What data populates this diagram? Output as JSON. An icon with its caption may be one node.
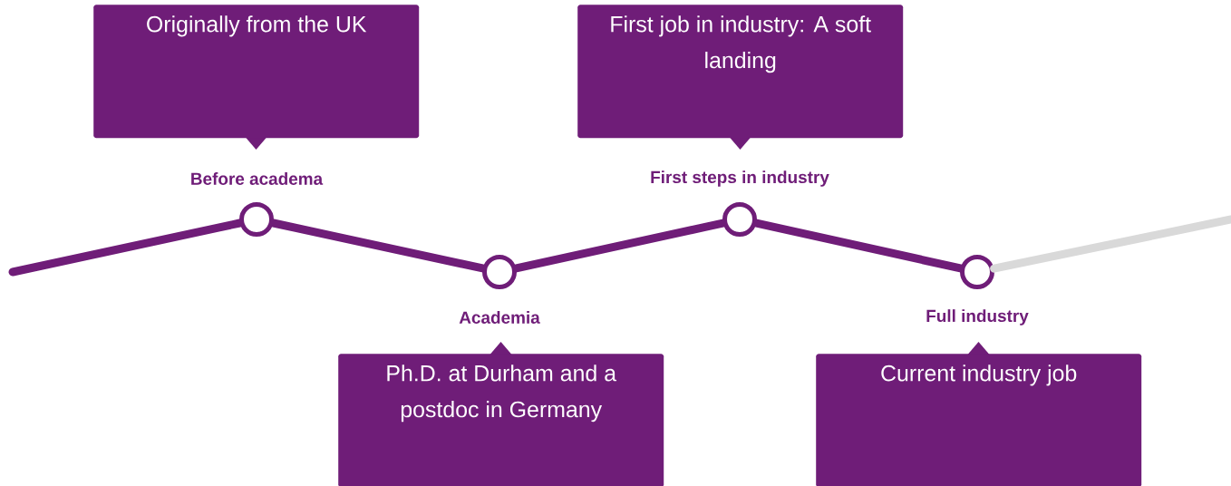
{
  "diagram": {
    "nodes": [
      {
        "text": [
          "Originally from the UK"
        ]
      },
      {
        "text": [
          "First job in industry: A soft landing"
        ]
      },
      {
        "text": [],
        "shape": "circle",
        "beside": [
          "Before academa"
        ]
      },
      {
        "text": [],
        "shape": "circle",
        "beside": [
          "Academia"
        ]
      },
      {
        "text": [],
        "shape": "circle",
        "beside": [
          "First steps in industry"
        ]
      },
      {
        "text": [],
        "shape": "circle",
        "beside": [
          "Full industry"
        ]
      },
      {
        "text": [
          "Ph.D. at Durham and a postdoc in Germany"
        ]
      },
      {
        "text": [
          "Current industry job"
        ]
      }
    ],
    "edges": [
      {
        "from": null,
        "to": 2,
        "arrow": "none"
      },
      {
        "from": 2,
        "to": 3,
        "arrow": "none"
      },
      {
        "from": 3,
        "to": 4,
        "arrow": "none"
      },
      {
        "from": 4,
        "to": 5,
        "arrow": "none"
      },
      {
        "from": 5,
        "to": null,
        "arrow": "none",
        "color": "#d9d9d9"
      }
    ]
  }
}
